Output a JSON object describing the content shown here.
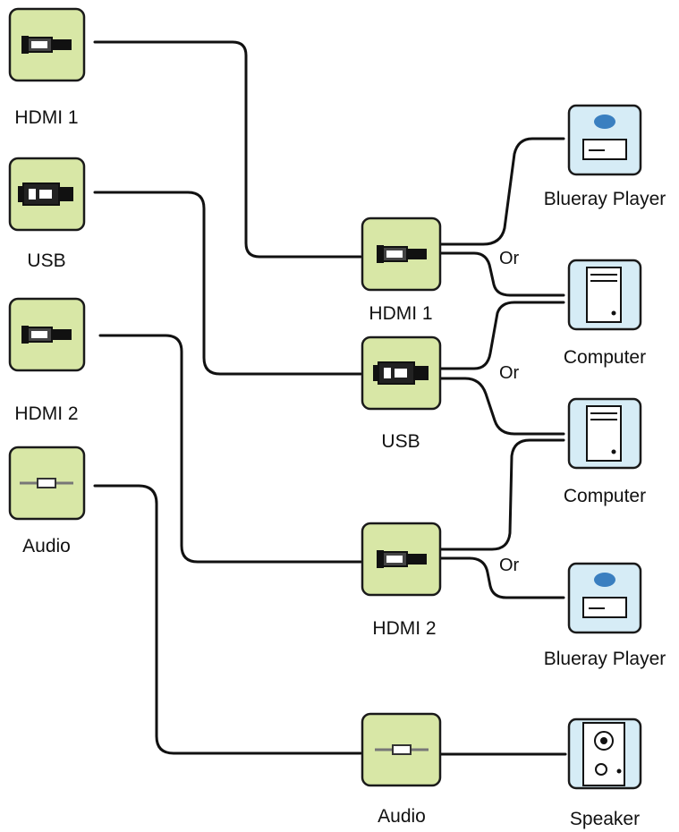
{
  "inputs": [
    {
      "label": "HDMI 1",
      "icon": "hdmi-plug-icon"
    },
    {
      "label": "USB",
      "icon": "usb-plug-icon"
    },
    {
      "label": "HDMI 2",
      "icon": "hdmi-plug-icon"
    },
    {
      "label": "Audio",
      "icon": "audio-cable-icon"
    }
  ],
  "ports": [
    {
      "label": "HDMI 1",
      "icon": "hdmi-plug-icon"
    },
    {
      "label": "USB",
      "icon": "usb-plug-icon"
    },
    {
      "label": "HDMI 2",
      "icon": "hdmi-plug-icon"
    },
    {
      "label": "Audio",
      "icon": "audio-cable-icon"
    }
  ],
  "devices": [
    {
      "label": "Blueray Player",
      "icon": "bluray-player-icon"
    },
    {
      "label": "Computer",
      "icon": "computer-tower-icon"
    },
    {
      "label": "Computer",
      "icon": "computer-tower-icon"
    },
    {
      "label": "Blueray Player",
      "icon": "bluray-player-icon"
    },
    {
      "label": "Speaker",
      "icon": "speaker-icon"
    }
  ],
  "or_labels": [
    "Or",
    "Or",
    "Or"
  ],
  "colors": {
    "connector_box": "#d8e7a6",
    "device_box": "#d6ecf6",
    "wire": "#111111"
  }
}
